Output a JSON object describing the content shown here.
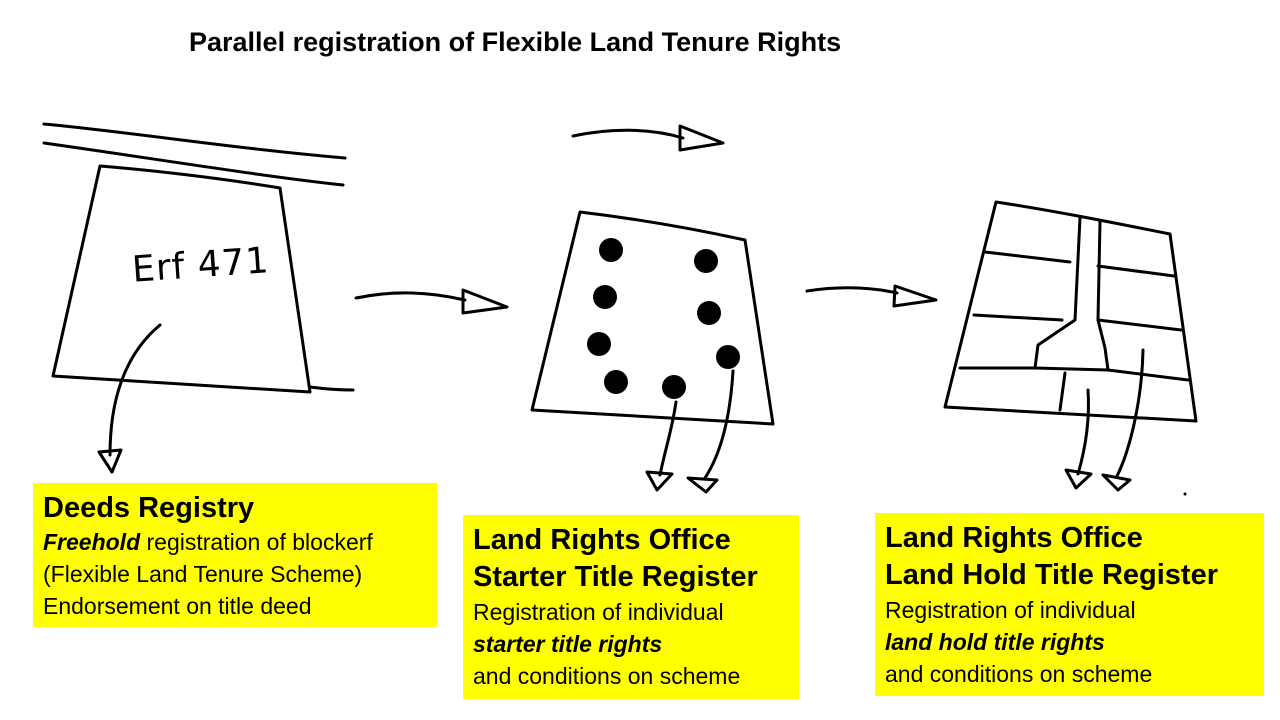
{
  "title": "Parallel registration of Flexible Land Tenure Rights",
  "sketch": {
    "erf_label": "Erf 471"
  },
  "boxes": {
    "deeds": {
      "heading": "Deeds Registry",
      "line1_emph": "Freehold",
      "line1_rest": " registration of blockerf",
      "line2": "(Flexible Land Tenure Scheme)",
      "line3": "Endorsement on title deed"
    },
    "starter": {
      "heading1": "Land Rights Office",
      "heading2": "Starter Title Register",
      "line1": "Registration of individual",
      "line2_emph": "starter title rights",
      "line3": "and conditions on scheme"
    },
    "landhold": {
      "heading1": "Land Rights Office",
      "heading2": "Land Hold Title Register",
      "line1": "Registration of individual",
      "line2_emph": "land hold title rights",
      "line3": "and conditions on scheme"
    }
  },
  "colors": {
    "box_fill": "#ffff00",
    "ink": "#000000"
  }
}
